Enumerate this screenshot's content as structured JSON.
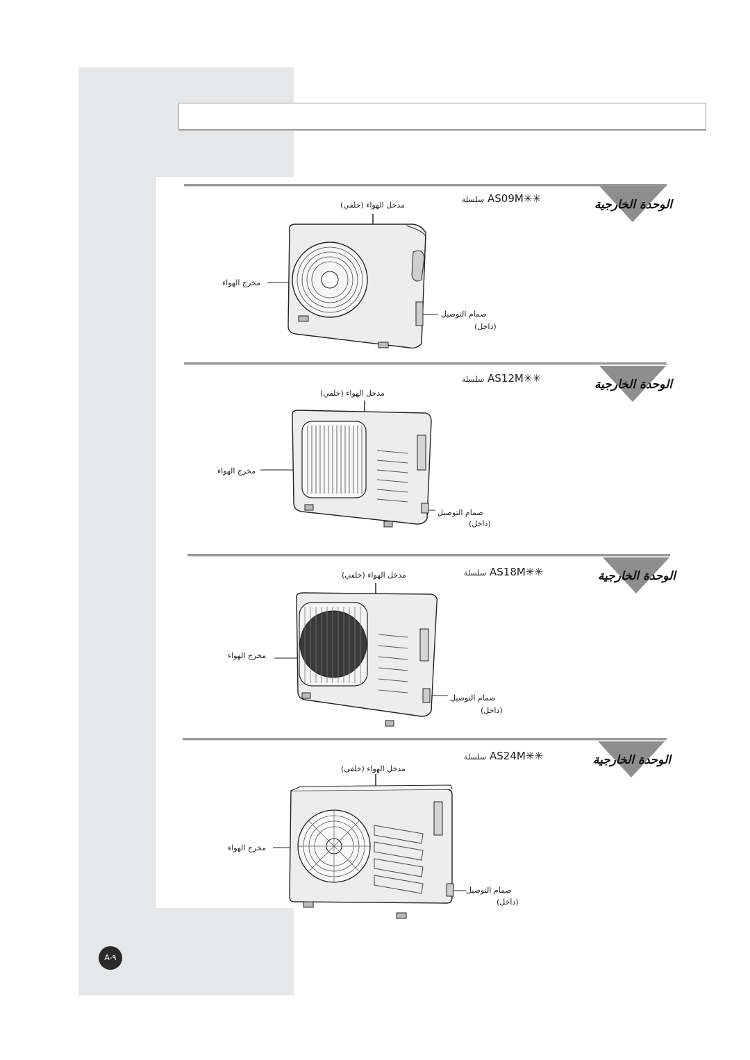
{
  "page": {
    "number": "A-٩"
  },
  "sections": [
    {
      "heading": "الوحدة الخارجية",
      "model": "AS09M✳✳",
      "series_word": "سلسلة",
      "intake": "مدخل الهواء (خلفي)",
      "outlet": "مخرج الهواء",
      "valve_line1": "صمام التوصيل",
      "valve_line2": "(داخل)"
    },
    {
      "heading": "الوحدة الخارجية",
      "model": "AS12M✳✳",
      "series_word": "سلسلة",
      "intake": "مدخل الهواء (خلفي)",
      "outlet": "مخرج الهواء",
      "valve_line1": "صمام التوصيل",
      "valve_line2": "(داخل)"
    },
    {
      "heading": "الوحدة الخارجية",
      "model": "AS18M✳✳",
      "series_word": "سلسلة",
      "intake": "مدخل الهواء (خلفي)",
      "outlet": "مخرج الهواء",
      "valve_line1": "صمام التوصيل",
      "valve_line2": "(داخل)"
    },
    {
      "heading": "الوحدة الخارجية",
      "model": "AS24M✳✳",
      "series_word": "سلسلة",
      "intake": "مدخل الهواء (خلفي)",
      "outlet": "مخرج الهواء",
      "valve_line1": "صمام التوصيل",
      "valve_line2": "(داخل)"
    }
  ]
}
